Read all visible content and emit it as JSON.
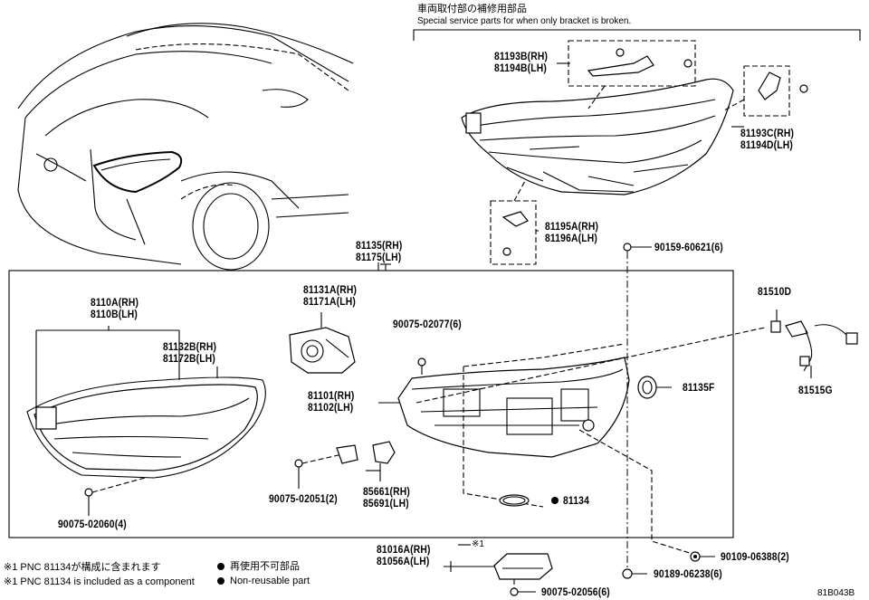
{
  "header": {
    "jp": "車両取付部の補修用部品",
    "en": "Special service parts for when only bracket is broken."
  },
  "labels": {
    "p81193b": "81193B(RH)",
    "p81194b": "81194B(LH)",
    "p81193c": "81193C(RH)",
    "p81194d": "81194D(LH)",
    "p81195a": "81195A(RH)",
    "p81196a": "81196A(LH)",
    "p81135": "81135(RH)",
    "p81175": "81175(LH)",
    "p90159": "90159-60621(6)",
    "p8110a": "8110A(RH)",
    "p8110b": "8110B(LH)",
    "p81131a": "81131A(RH)",
    "p81171a": "81171A(LH)",
    "p90075_02077": "90075-02077(6)",
    "p81132b": "81132B(RH)",
    "p81172b": "81172B(LH)",
    "p81101": "81101(RH)",
    "p81102": "81102(LH)",
    "p81135f": "81135F",
    "p81510d": "81510D",
    "p81515g": "81515G",
    "p90075_02051": "90075-02051(2)",
    "p85661": "85661(RH)",
    "p85691": "85691(LH)",
    "p81134": "81134",
    "p90075_02060": "90075-02060(4)",
    "p81016a": "81016A(RH)",
    "p81056a": "81056A(LH)",
    "p90109": "90109-06388(2)",
    "p90189": "90189-06238(6)",
    "p90075_02056": "90075-02056(6)",
    "star1": "※1"
  },
  "notes": {
    "jp": "※1 PNC 81134が構成に含まれます",
    "en": "※1 PNC 81134 is included as a component",
    "legend_jp": "再使用不可部品",
    "legend_en": "Non-reusable part"
  },
  "code": "81B043B"
}
